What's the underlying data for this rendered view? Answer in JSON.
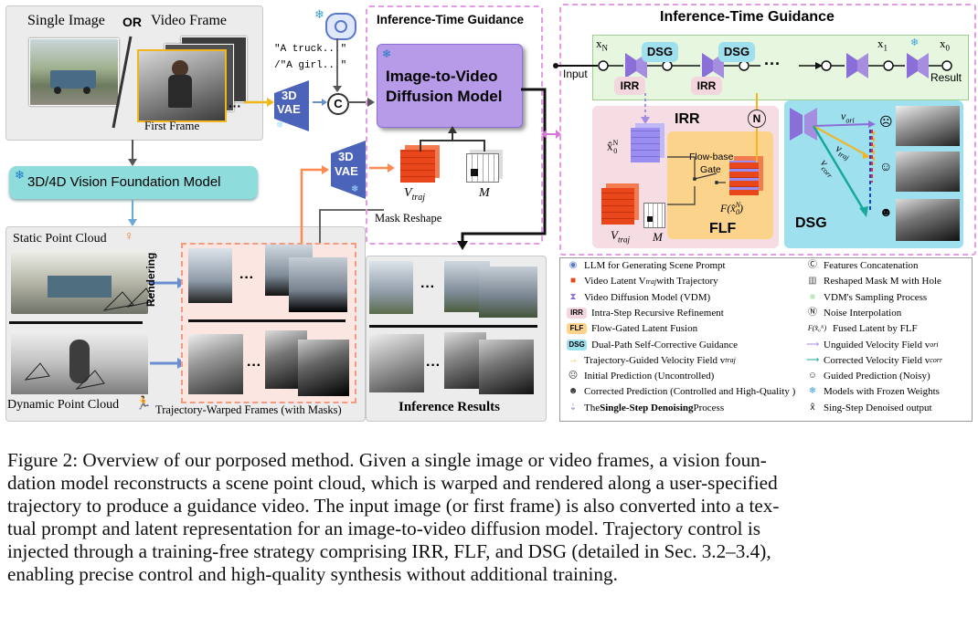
{
  "left_panel": {
    "input_single": "Single Image",
    "input_or": "OR",
    "input_video": "Video Frame",
    "first_frame": "First Frame",
    "prompt_1": "\"A truck...\"",
    "prompt_2": "/\"A girl...\"",
    "vae_top": "3D",
    "vae_bottom": "VAE",
    "foundation_model": "3D/4D Vision Foundation Model",
    "static_point_cloud": "Static Point Cloud",
    "dynamic_point_cloud": "Dynamic Point Cloud",
    "rendering": "Rendering",
    "warped_frames_label": "Trajectory-Warped Frames (with Masks)"
  },
  "middle_panel": {
    "title": "Inference-Time Guidance",
    "model_line1": "Image-to-Video",
    "model_line2": "Diffusion Model",
    "vtraj": "V",
    "vtraj_sub": "traj",
    "mask_m": "M",
    "mask_reshape": "Mask Reshape",
    "inference_results": "Inference Results"
  },
  "right_panel": {
    "title": "Inference-Time Guidance",
    "input": "Input",
    "result": "Result",
    "xN": "x",
    "xN_sub": "N",
    "x1": "x",
    "x1_sub": "1",
    "x0": "x",
    "x0_sub": "0",
    "dsg": "DSG",
    "irr": "IRR",
    "ellipsis": "···",
    "irr_panel_title": "IRR",
    "x0_hat": "x̂",
    "x0_hat_sup": "N",
    "x0_hat_sub": "0",
    "gate_line1": "Flow-base",
    "gate_line2": "Gate",
    "flf_func": "F(x̂",
    "flf_func_sup": "N",
    "flf_func_sub": "0",
    "flf_func_close": ")",
    "vtraj": "V",
    "vtraj_sub": "traj",
    "mask_m": "M",
    "flf": "FLF",
    "n_symbol": "N",
    "dsg_panel_title": "DSG",
    "v_ori": "v",
    "v_ori_sub": "ori",
    "v_traj": "v",
    "v_traj_sub": "traj",
    "v_corr": "v",
    "v_corr_sub": "corr"
  },
  "legend": {
    "left": [
      {
        "icon": "brain-icon",
        "text": "LLM for Generating Scene Prompt"
      },
      {
        "icon": "latent-cube-icon",
        "text": "Video Latent V",
        "sub": "traj",
        "text2": " with Trajectory"
      },
      {
        "icon": "vdm-icon",
        "text": "Video Diffusion Model (VDM)"
      },
      {
        "icon": "irr-badge-icon",
        "badge": "IRR",
        "text": "Intra-Step Recursive Refinement"
      },
      {
        "icon": "flf-badge-icon",
        "badge": "FLF",
        "text": "Flow-Gated Latent Fusion"
      },
      {
        "icon": "dsg-badge-icon",
        "badge": "DSG",
        "text": "Dual-Path Self-Corrective Guidance"
      },
      {
        "icon": "yellow-arrow-icon",
        "text": "Trajectory-Guided Velocity Field v",
        "sub": "traj"
      },
      {
        "icon": "initial-face-icon",
        "text": "Initial Prediction (Uncontrolled)"
      },
      {
        "icon": "corrected-face-icon",
        "text": "Corrected Prediction (Controlled and High-Quality )"
      },
      {
        "icon": "dashed-arrow-icon",
        "text": "The ",
        "bold": "Single-Step Denoising",
        "text2": " Process"
      }
    ],
    "right": [
      {
        "icon": "concat-icon",
        "text": "Features Concatenation"
      },
      {
        "icon": "mask-icon",
        "text": "Reshaped Mask M with Hole"
      },
      {
        "icon": "sampling-icon",
        "text": "VDM's Sampling Process"
      },
      {
        "icon": "noise-icon",
        "text": "Noise Interpolation"
      },
      {
        "icon": "fused-latent-icon",
        "text": "Fused Latent by FLF"
      },
      {
        "icon": "purple-arrow-icon",
        "text": "Unguided Velocity Field v",
        "sub": "ori"
      },
      {
        "icon": "teal-arrow-icon",
        "text": "Corrected Velocity Field v",
        "sub": "corr"
      },
      {
        "icon": "guided-face-icon",
        "text": "Guided Prediction (Noisy)"
      },
      {
        "icon": "snowflake-icon",
        "text": "Models with Frozen Weights"
      },
      {
        "icon": "denoised-icon",
        "text": "Sing-Step Denoised output"
      }
    ],
    "fused_label": "F(x̂₀ᴺ)"
  },
  "caption": {
    "lines": [
      "Figure 2: Overview of our porposed method. Given a single image or video frames, a vision foun-",
      "dation model reconstructs a scene point cloud, which is warped and rendered along a user-specified",
      "trajectory to produce a guidance video. The input image (or first frame) is also converted into a tex-",
      "tual prompt and latent representation for an image-to-video diffusion model. Trajectory control is",
      "injected through a training-free strategy comprising IRR, FLF, and DSG (detailed in Sec. 3.2–3.4),",
      "enabling precise control and high-quality synthesis without additional training."
    ]
  },
  "colors": {
    "accent_purple": "#8a6fd8",
    "model_purple": "#b79be8",
    "teal": "#17a89a",
    "orange_arrow": "#ff8a50",
    "yellow": "#f2b51d",
    "pink_dash": "#e39be3",
    "blue_arrow": "#6a8fd0"
  }
}
